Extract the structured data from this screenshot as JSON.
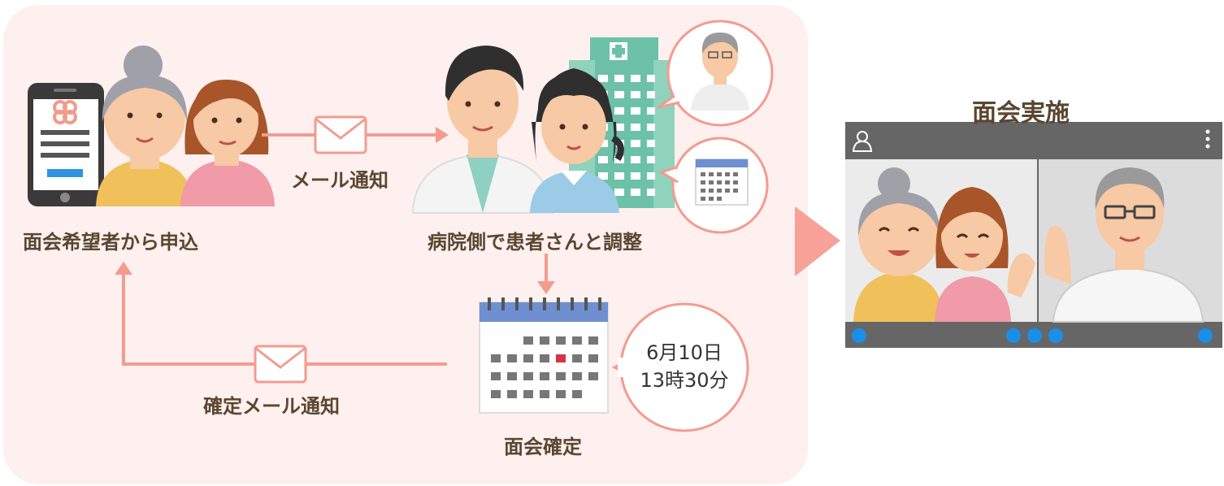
{
  "labels": {
    "apply": "面会希望者から申込",
    "mail_notice": "メール通知",
    "hospital_adjust": "病院側で患者さんと調整",
    "confirm_mail": "確定メール通知",
    "confirm": "面会確定",
    "execute": "面会実施"
  },
  "bubble": {
    "date": "6月10日",
    "time": "13時30分"
  },
  "colors": {
    "panel": "#fdf0ee",
    "arrow": "#f39b91",
    "text": "#5a4630",
    "video_bar": "#666666",
    "video_dot": "#1a8fe8"
  }
}
